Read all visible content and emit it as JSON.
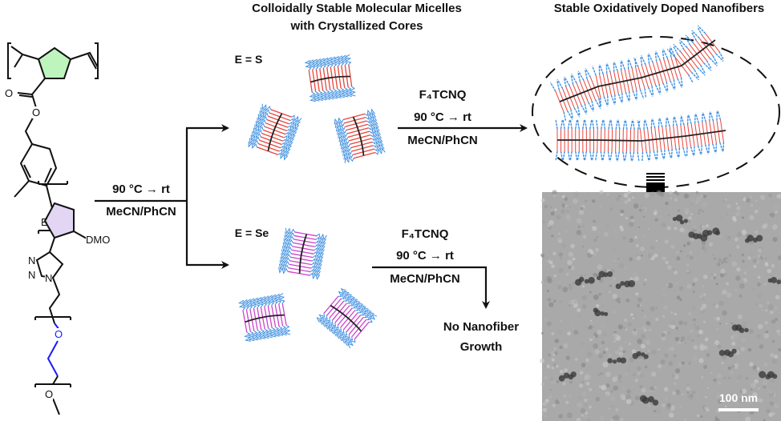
{
  "headings": {
    "micelles_line1": "Colloidally Stable Molecular Micelles",
    "micelles_line2": "with Crystallized Cores",
    "nanofibers": "Stable Oxidatively Doped Nanofibers"
  },
  "structure": {
    "atoms": {
      "carbonyl_o": "O",
      "ester_o": "O",
      "heteroatom": "E",
      "side_chain": "DMO",
      "n1": "N",
      "n2": "N",
      "n3": "N",
      "ether_o1": "O",
      "ether_o2": "O"
    },
    "colors": {
      "cyclopentane": "#bdf5bd",
      "chalcogenophene": "#e3d6f5",
      "peg": "#1a1aff"
    }
  },
  "first_step": {
    "condition_top": "90 °C → rt",
    "condition_bottom": "MeCN/PhCN"
  },
  "branch_s": {
    "label": "E = S",
    "reagent": "F₄TCNQ",
    "condition_top": "90 °C → rt",
    "condition_bottom": "MeCN/PhCN",
    "core_color": "#e8453c"
  },
  "branch_se": {
    "label": "E = Se",
    "reagent": "F₄TCNQ",
    "condition_top": "90 °C → rt",
    "condition_bottom": "MeCN/PhCN",
    "result_line1": "No Nanofiber",
    "result_line2": "Growth",
    "core_color": "#cc44cc"
  },
  "tem": {
    "scale_bar_label": "100 nm"
  },
  "colors": {
    "corona": "#3d8fe0",
    "backbone": "#222222"
  }
}
